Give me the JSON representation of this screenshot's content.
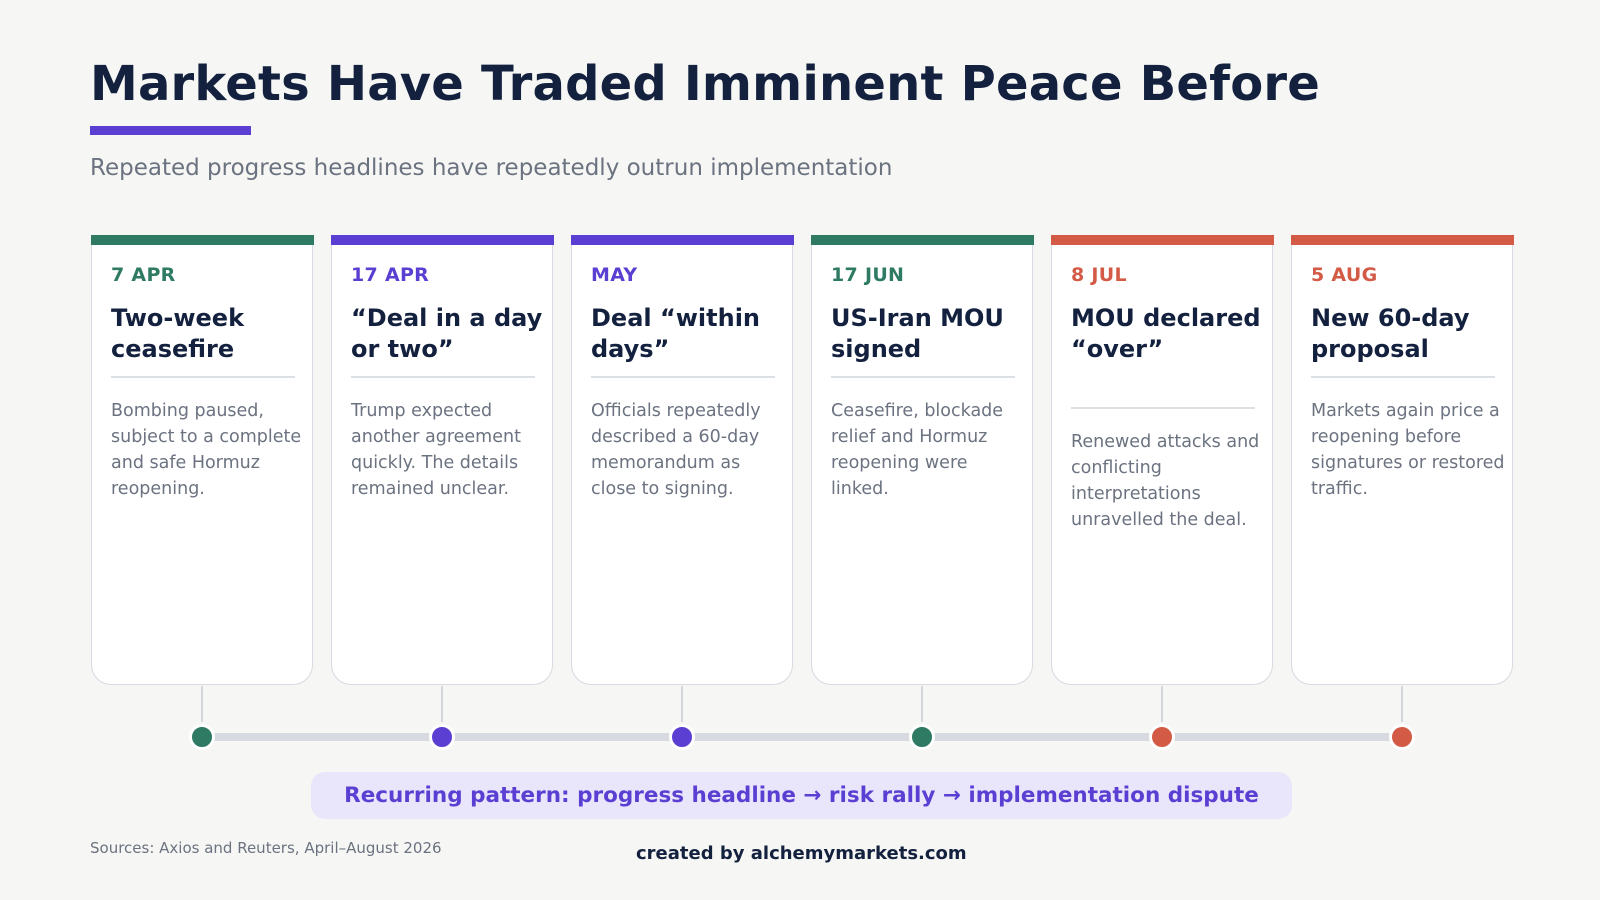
{
  "header": {
    "title": "Markets Have Traded Imminent Peace Before",
    "subtitle": "Repeated progress headlines have repeatedly outrun implementation"
  },
  "colors": {
    "green": "#2e7a63",
    "purple": "#5b3fd2",
    "red": "#d35a45",
    "navy": "#13213f",
    "gray": "#6b7280"
  },
  "events": [
    {
      "date": "7 APR",
      "headline": "Two-week ceasefire",
      "detail": "Bombing paused, subject to a complete and safe Hormuz reopening.",
      "color": "green"
    },
    {
      "date": "17 APR",
      "headline": "“Deal in a day or two”",
      "detail": "Trump expected another agreement quickly. The details remained unclear.",
      "color": "purple"
    },
    {
      "date": "MAY",
      "headline": "Deal “within days”",
      "detail": "Officials repeatedly described a 60-day memorandum as close to signing.",
      "color": "purple"
    },
    {
      "date": "17 JUN",
      "headline": "US-Iran MOU signed",
      "detail": "Ceasefire, blockade relief and Hormuz reopening were linked.",
      "color": "green"
    },
    {
      "date": "8 JUL",
      "headline": "MOU declared “over”",
      "detail": "Renewed attacks and conflicting interpretations unravelled the deal.",
      "color": "red"
    },
    {
      "date": "5 AUG",
      "headline": "New 60-day proposal",
      "detail": "Markets again price a reopening before signatures or restored traffic.",
      "color": "red"
    }
  ],
  "pattern": "Recurring pattern: progress headline → risk rally → implementation dispute",
  "footer": {
    "sources": "Sources: Axios and Reuters, April–August 2026",
    "credit": "created by alchemymarkets.com"
  }
}
